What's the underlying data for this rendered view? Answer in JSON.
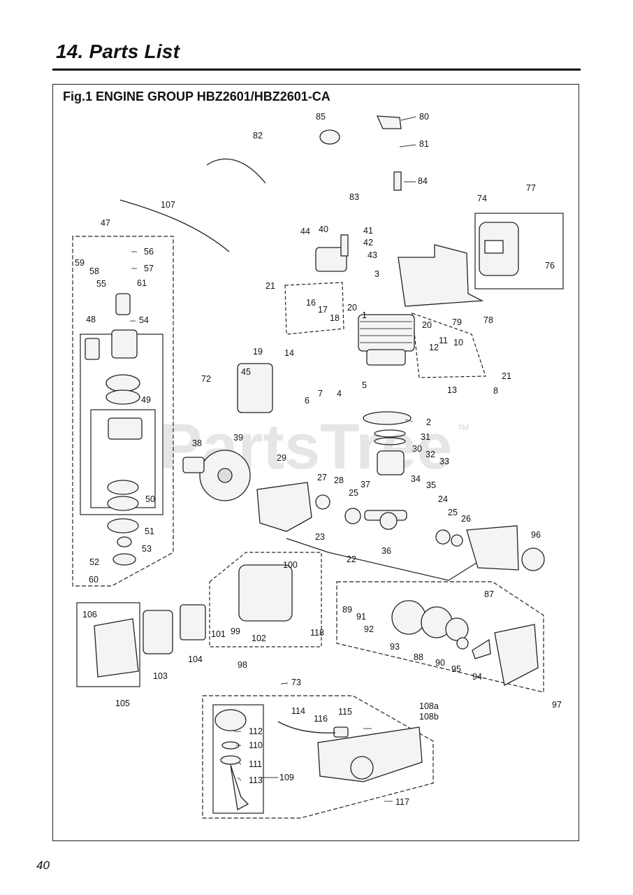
{
  "page": {
    "heading": "14. Parts List",
    "figure_title": "Fig.1 ENGINE GROUP HBZ2601/HBZ2601-CA",
    "page_number": "40"
  },
  "watermark": {
    "text": "PartsTree",
    "trademark": "TM"
  },
  "callouts": [
    {
      "num": "1",
      "label": "1"
    },
    {
      "num": "2",
      "label": "2"
    },
    {
      "num": "3",
      "label": "3"
    },
    {
      "num": "4",
      "label": "4"
    },
    {
      "num": "5",
      "label": "5"
    },
    {
      "num": "6",
      "label": "6"
    },
    {
      "num": "7",
      "label": "7"
    },
    {
      "num": "8",
      "label": "8"
    },
    {
      "num": "10",
      "label": "10"
    },
    {
      "num": "11",
      "label": "11"
    },
    {
      "num": "12",
      "label": "12"
    },
    {
      "num": "13",
      "label": "13"
    },
    {
      "num": "14",
      "label": "14"
    },
    {
      "num": "16",
      "label": "16"
    },
    {
      "num": "17",
      "label": "17"
    },
    {
      "num": "18",
      "label": "18"
    },
    {
      "num": "19",
      "label": "19"
    },
    {
      "num": "20a",
      "label": "20"
    },
    {
      "num": "20b",
      "label": "20"
    },
    {
      "num": "21a",
      "label": "21"
    },
    {
      "num": "21b",
      "label": "21"
    },
    {
      "num": "22",
      "label": "22"
    },
    {
      "num": "23",
      "label": "23"
    },
    {
      "num": "24",
      "label": "24"
    },
    {
      "num": "25a",
      "label": "25"
    },
    {
      "num": "25b",
      "label": "25"
    },
    {
      "num": "26",
      "label": "26"
    },
    {
      "num": "27",
      "label": "27"
    },
    {
      "num": "28",
      "label": "28"
    },
    {
      "num": "29",
      "label": "29"
    },
    {
      "num": "30",
      "label": "30"
    },
    {
      "num": "31",
      "label": "31"
    },
    {
      "num": "32",
      "label": "32"
    },
    {
      "num": "33",
      "label": "33"
    },
    {
      "num": "34",
      "label": "34"
    },
    {
      "num": "35",
      "label": "35"
    },
    {
      "num": "36",
      "label": "36"
    },
    {
      "num": "37",
      "label": "37"
    },
    {
      "num": "38",
      "label": "38"
    },
    {
      "num": "39",
      "label": "39"
    },
    {
      "num": "40",
      "label": "40"
    },
    {
      "num": "41",
      "label": "41"
    },
    {
      "num": "42",
      "label": "42"
    },
    {
      "num": "43",
      "label": "43"
    },
    {
      "num": "44",
      "label": "44"
    },
    {
      "num": "45",
      "label": "45"
    },
    {
      "num": "47",
      "label": "47"
    },
    {
      "num": "48",
      "label": "48"
    },
    {
      "num": "49",
      "label": "49"
    },
    {
      "num": "50",
      "label": "50"
    },
    {
      "num": "51",
      "label": "51"
    },
    {
      "num": "52",
      "label": "52"
    },
    {
      "num": "53",
      "label": "53"
    },
    {
      "num": "54",
      "label": "54"
    },
    {
      "num": "55",
      "label": "55"
    },
    {
      "num": "56",
      "label": "56"
    },
    {
      "num": "57",
      "label": "57"
    },
    {
      "num": "58",
      "label": "58"
    },
    {
      "num": "59",
      "label": "59"
    },
    {
      "num": "60",
      "label": "60"
    },
    {
      "num": "61",
      "label": "61"
    },
    {
      "num": "72",
      "label": "72"
    },
    {
      "num": "73",
      "label": "73"
    },
    {
      "num": "74",
      "label": "74"
    },
    {
      "num": "76",
      "label": "76"
    },
    {
      "num": "77",
      "label": "77"
    },
    {
      "num": "78",
      "label": "78"
    },
    {
      "num": "79",
      "label": "79"
    },
    {
      "num": "80",
      "label": "80"
    },
    {
      "num": "81",
      "label": "81"
    },
    {
      "num": "82",
      "label": "82"
    },
    {
      "num": "83",
      "label": "83"
    },
    {
      "num": "84",
      "label": "84"
    },
    {
      "num": "85",
      "label": "85"
    },
    {
      "num": "87",
      "label": "87"
    },
    {
      "num": "88",
      "label": "88"
    },
    {
      "num": "89",
      "label": "89"
    },
    {
      "num": "90",
      "label": "90"
    },
    {
      "num": "91",
      "label": "91"
    },
    {
      "num": "92",
      "label": "92"
    },
    {
      "num": "93",
      "label": "93"
    },
    {
      "num": "94",
      "label": "94"
    },
    {
      "num": "95",
      "label": "95"
    },
    {
      "num": "96",
      "label": "96"
    },
    {
      "num": "97",
      "label": "97"
    },
    {
      "num": "98",
      "label": "98"
    },
    {
      "num": "99",
      "label": "99"
    },
    {
      "num": "100",
      "label": "100"
    },
    {
      "num": "101",
      "label": "101"
    },
    {
      "num": "102",
      "label": "102"
    },
    {
      "num": "103",
      "label": "103"
    },
    {
      "num": "104",
      "label": "104"
    },
    {
      "num": "105",
      "label": "105"
    },
    {
      "num": "106",
      "label": "106"
    },
    {
      "num": "107",
      "label": "107"
    },
    {
      "num": "108a",
      "label": "108a"
    },
    {
      "num": "108b",
      "label": "108b"
    },
    {
      "num": "109",
      "label": "109"
    },
    {
      "num": "110",
      "label": "110"
    },
    {
      "num": "111",
      "label": "111"
    },
    {
      "num": "112",
      "label": "112"
    },
    {
      "num": "113",
      "label": "113"
    },
    {
      "num": "114",
      "label": "114"
    },
    {
      "num": "115",
      "label": "115"
    },
    {
      "num": "116",
      "label": "116"
    },
    {
      "num": "117",
      "label": "117"
    },
    {
      "num": "118",
      "label": "118"
    }
  ]
}
